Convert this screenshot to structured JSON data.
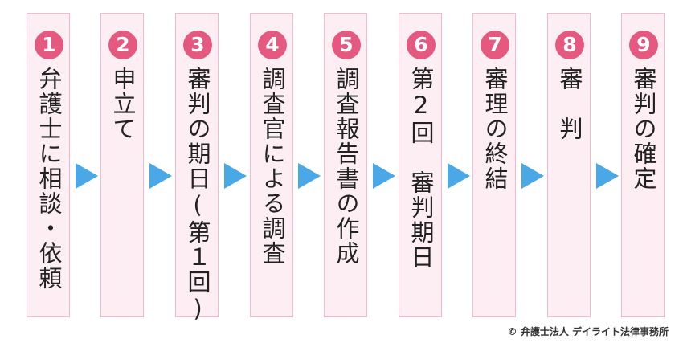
{
  "steps": [
    {
      "number": "1",
      "label": "弁護士に相談・依頼"
    },
    {
      "number": "2",
      "label": "申立て"
    },
    {
      "number": "3",
      "label": "審判の期日(第１回)"
    },
    {
      "number": "4",
      "label": "調査官による調査"
    },
    {
      "number": "5",
      "label": "調査報告書の作成"
    },
    {
      "number": "6",
      "label": "第2回　審判期日"
    },
    {
      "number": "7",
      "label": "審理の終結"
    },
    {
      "number": "8",
      "label": "審　判"
    },
    {
      "number": "9",
      "label": "審判の確定"
    }
  ],
  "copyright": "© 弁護士法人 デイライト法律事務所",
  "colors": {
    "box_fill": "#fdeef4",
    "box_border": "#f3b9cf",
    "badge": "#e5587f",
    "arrow": "#4aa8e6"
  },
  "icons": {
    "arrow": "right-triangle-arrow-icon"
  }
}
